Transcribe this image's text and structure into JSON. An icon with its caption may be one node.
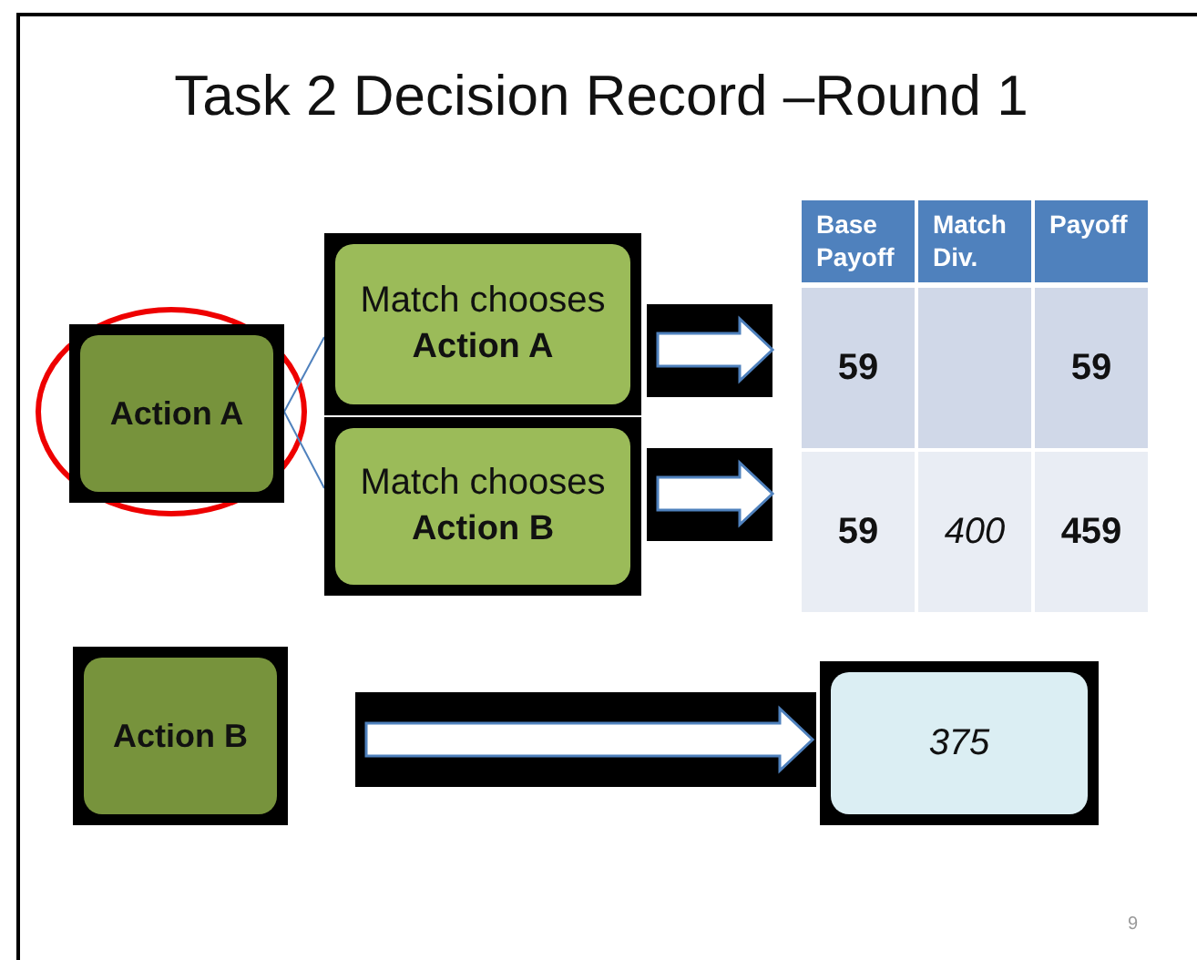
{
  "diagram": {
    "title": "Task 2 Decision Record –Round 1",
    "nodes": [
      {
        "text": [
          "Action A"
        ]
      },
      {
        "text": [
          "Match chooses",
          "Action A"
        ]
      },
      {
        "text": [
          "Match chooses",
          "Action B"
        ]
      },
      {
        "text": [
          "Action B"
        ]
      },
      {
        "text": [
          "375"
        ]
      }
    ],
    "edges": [
      {
        "from": 0,
        "to": 1,
        "arrow": "none"
      },
      {
        "from": 0,
        "to": 2,
        "arrow": "none"
      },
      {
        "from": 1,
        "to": null,
        "arrow": "to",
        "style": "thick"
      },
      {
        "from": 2,
        "to": null,
        "arrow": "to",
        "style": "thick"
      },
      {
        "from": 3,
        "to": 4,
        "arrow": "to",
        "style": "thick"
      }
    ],
    "labels": [
      "Base Payoff",
      "Match Div.",
      "Payoff",
      "59",
      "59",
      "59",
      "400",
      "459",
      "9"
    ]
  }
}
